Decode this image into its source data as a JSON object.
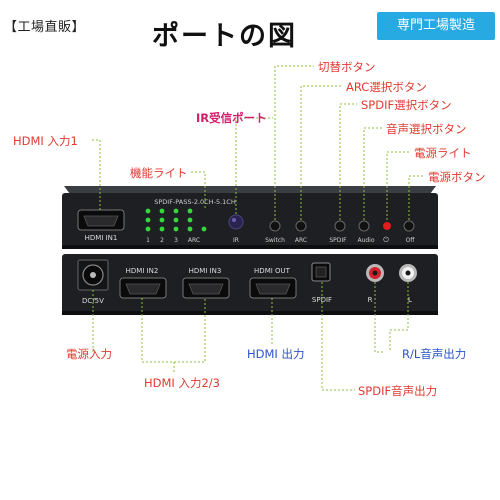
{
  "header": {
    "left_tag": "【工場直販】",
    "title": "ポートの図",
    "badge": "専門工場製造"
  },
  "front_panel": {
    "hdmi_port": "HDMI IN1",
    "status_text": "SPDIF-PASS-2.0CH-5.1CH",
    "led_labels": [
      "1",
      "2",
      "3",
      "ARC",
      "IR"
    ],
    "button_labels": [
      "Switch",
      "ARC",
      "SPDIF",
      "Audio",
      "Off"
    ]
  },
  "back_panel": {
    "dc_label": "DC/5V",
    "ports": [
      "HDMI IN2",
      "HDMI IN3",
      "HDMI OUT"
    ],
    "spdif_label": "SPDIF",
    "r_label": "R",
    "l_label": "L"
  },
  "callouts": {
    "switch_button": "切替ボタン",
    "arc_button": "ARC選択ボタン",
    "spdif_button": "SPDIF選択ボタン",
    "ir_receiver": "IR受信ポート",
    "audio_button": "音声選択ボタン",
    "hdmi_in1": "HDMI 入力1",
    "power_light": "電源ライト",
    "function_lights": "機能ライト",
    "power_button": "電源ボタン",
    "power_input": "電源入力",
    "hdmi_out": "HDMI 出力",
    "rl_out": "R/L音声出力",
    "hdmi_in23": "HDMI 入力2/3",
    "spdif_out": "SPDIF音声出力"
  },
  "colors": {
    "badge_bg": "#27a9e1",
    "callout_red": "#e03a2f",
    "callout_blue": "#2b55c8",
    "callout_pink": "#d11f6b",
    "leader_green": "#8bbf3f",
    "led_green": "#37d63a",
    "device_body": "#1d1f22"
  }
}
